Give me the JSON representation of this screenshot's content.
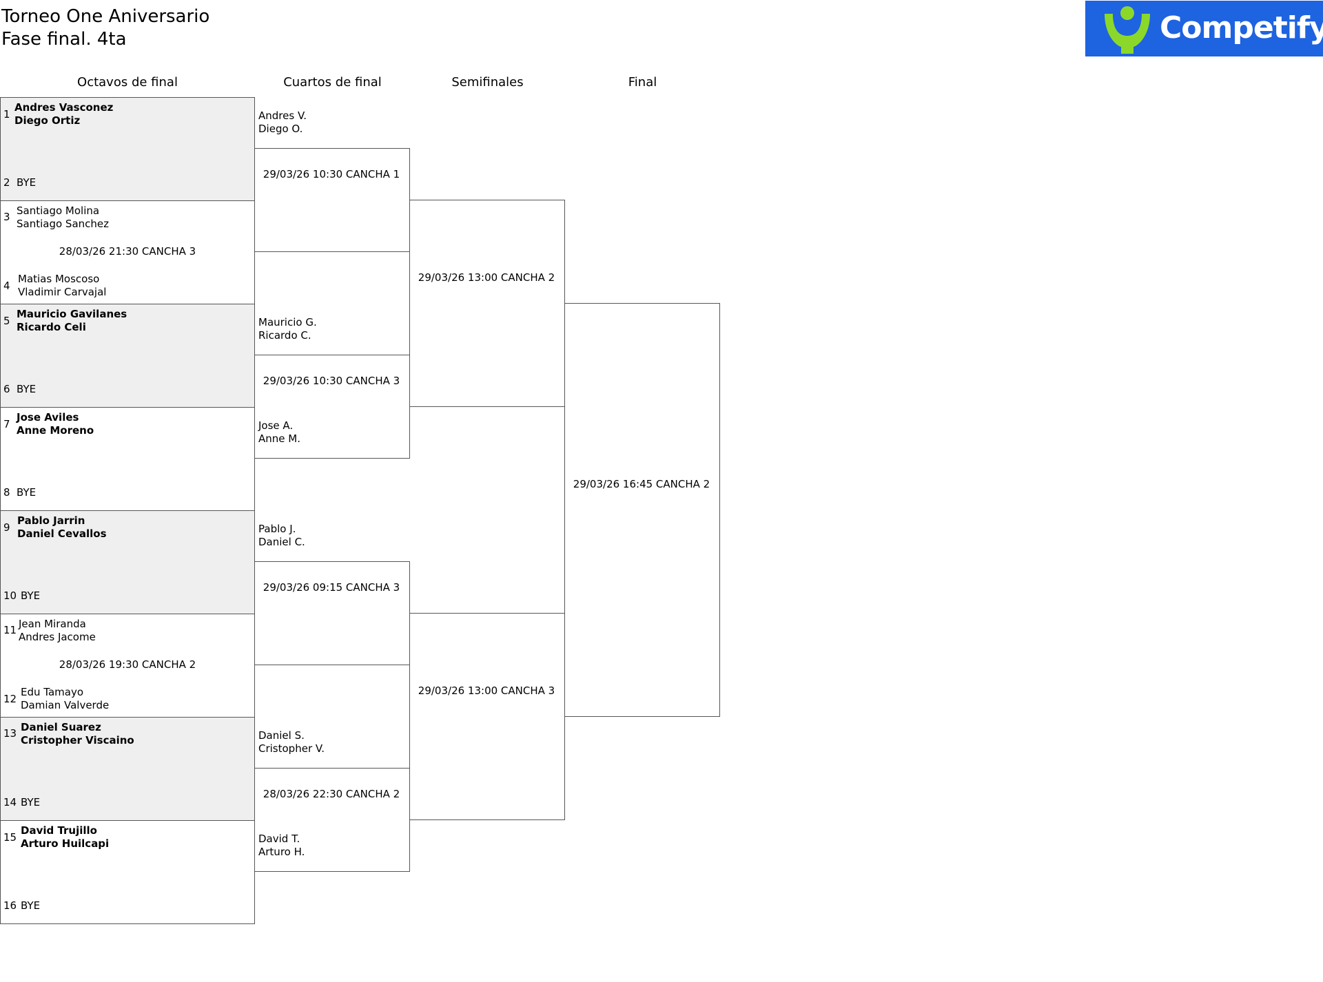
{
  "header": {
    "title_line1": "Torneo One Aniversario",
    "title_line2": "Fase final. 4ta"
  },
  "logo": {
    "text": "Competify",
    "icon": "competify-logo-icon",
    "bg_color": "#1e63e0",
    "accent_color": "#8cd82a"
  },
  "rounds": [
    "Octavos de final",
    "Cuartos de final",
    "Semifinales",
    "Final"
  ],
  "r16": [
    {
      "top_seed": "1",
      "top_p1": "Andres Vasconez",
      "top_p2": "Diego Ortiz",
      "bottom_seed": "2",
      "bottom": "BYE",
      "schedule": ""
    },
    {
      "top_seed": "3",
      "top_p1": "Santiago Molina",
      "top_p2": "Santiago Sanchez",
      "bottom_seed": "4",
      "bottom_p1": "Matias Moscoso",
      "bottom_p2": "Vladimir Carvajal",
      "schedule": "28/03/26 21:30 CANCHA 3"
    },
    {
      "top_seed": "5",
      "top_p1": "Mauricio Gavilanes",
      "top_p2": "Ricardo Celi",
      "bottom_seed": "6",
      "bottom": "BYE",
      "schedule": ""
    },
    {
      "top_seed": "7",
      "top_p1": "Jose Aviles",
      "top_p2": "Anne Moreno",
      "bottom_seed": "8",
      "bottom": "BYE",
      "schedule": ""
    },
    {
      "top_seed": "9",
      "top_p1": "Pablo Jarrin",
      "top_p2": "Daniel Cevallos",
      "bottom_seed": "10",
      "bottom": "BYE",
      "schedule": ""
    },
    {
      "top_seed": "11",
      "top_p1": "Jean Miranda",
      "top_p2": "Andres Jacome",
      "bottom_seed": "12",
      "bottom_p1": "Edu Tamayo",
      "bottom_p2": "Damian Valverde",
      "schedule": "28/03/26 19:30 CANCHA 2"
    },
    {
      "top_seed": "13",
      "top_p1": "Daniel Suarez",
      "top_p2": "Cristopher Viscaino",
      "bottom_seed": "14",
      "bottom": "BYE",
      "schedule": ""
    },
    {
      "top_seed": "15",
      "top_p1": "David Trujillo",
      "top_p2": "Arturo Huilcapi",
      "bottom_seed": "16",
      "bottom": "BYE",
      "schedule": ""
    }
  ],
  "qf": [
    {
      "top_p1": "Andres V.",
      "top_p2": "Diego O.",
      "schedule": "29/03/26 10:30 CANCHA 1",
      "bottom_p1": "",
      "bottom_p2": ""
    },
    {
      "top_p1": "Mauricio G.",
      "top_p2": "Ricardo C.",
      "schedule": "29/03/26 10:30 CANCHA 3",
      "bottom_p1": "Jose A.",
      "bottom_p2": "Anne M."
    },
    {
      "top_p1": "Pablo J.",
      "top_p2": "Daniel C.",
      "schedule": "29/03/26 09:15 CANCHA 3",
      "bottom_p1": "",
      "bottom_p2": ""
    },
    {
      "top_p1": "Daniel S.",
      "top_p2": "Cristopher V.",
      "schedule": "28/03/26 22:30 CANCHA 2",
      "bottom_p1": "David T.",
      "bottom_p2": "Arturo H."
    }
  ],
  "sf": [
    {
      "schedule": "29/03/26 13:00 CANCHA 2"
    },
    {
      "schedule": "29/03/26 13:00 CANCHA 3"
    }
  ],
  "final": {
    "schedule": "29/03/26 16:45 CANCHA 2"
  }
}
